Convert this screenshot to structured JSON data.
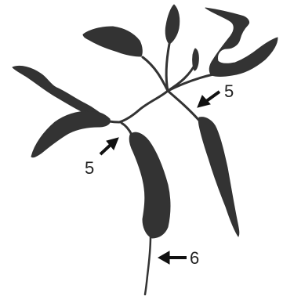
{
  "labels": {
    "upper_right": "5",
    "lower_left": "5",
    "bottom": "6"
  },
  "colors": {
    "shape": "#333333",
    "arrow": "#111111",
    "background": "#ffffff"
  }
}
